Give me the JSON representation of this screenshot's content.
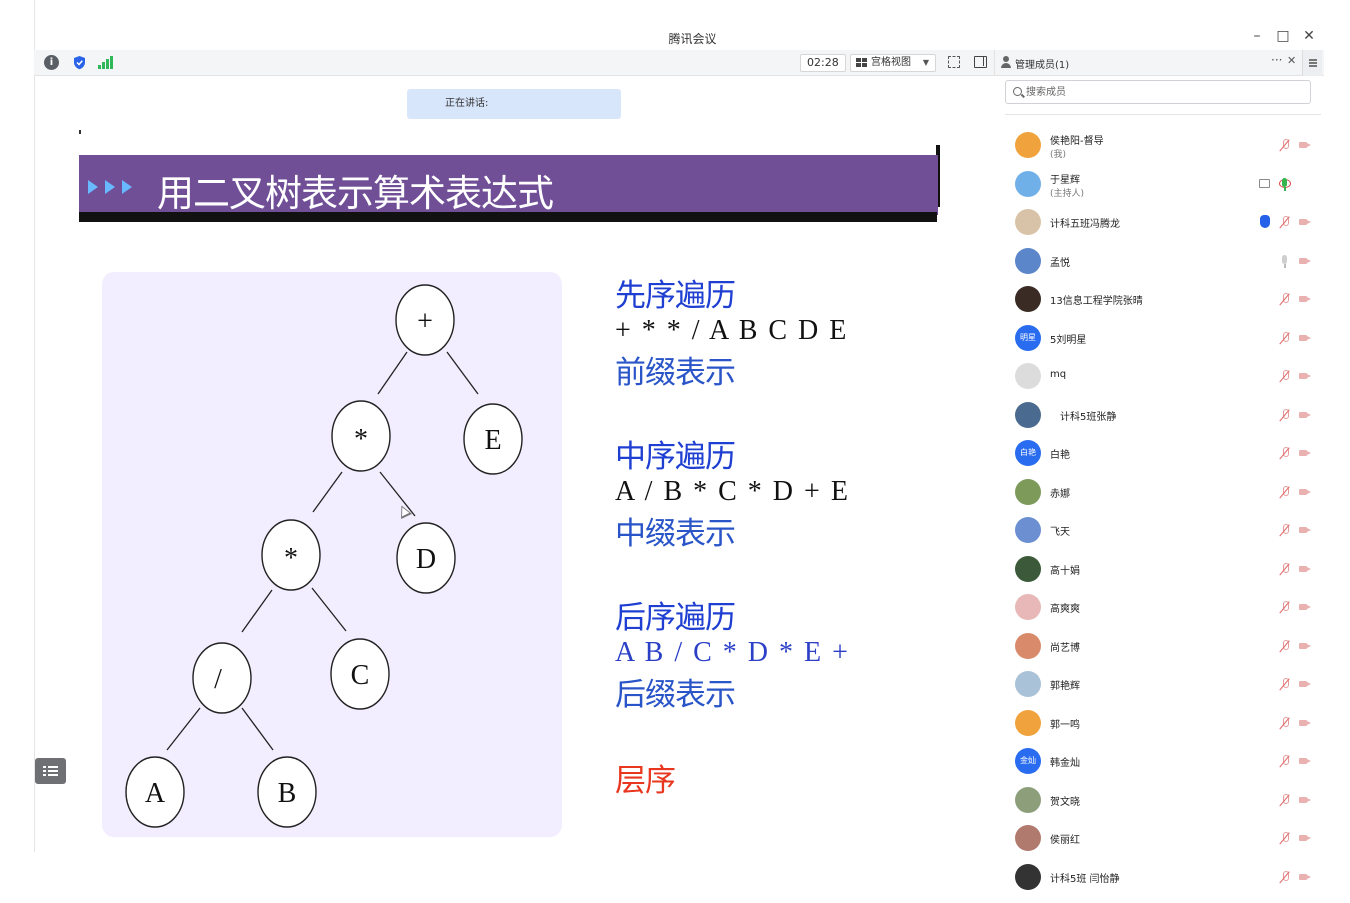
{
  "window": {
    "title": "腾讯会议",
    "minimize": "–",
    "maximize": "□",
    "close": "✕"
  },
  "toolbar": {
    "timer": "02:28",
    "view_label": "宫格视图",
    "view_caret": "▼",
    "info_glyph": "i",
    "signal_color": "#2fb75a",
    "shield_color": "#2a63e8"
  },
  "panel": {
    "title": "管理成员(1)",
    "more": "···",
    "close": "✕",
    "search_placeholder": "搜索成员"
  },
  "members": [
    {
      "name": "侯艳阳-督导",
      "role": "(我)",
      "status": [
        "mic-off",
        "cam-off"
      ],
      "avatar_color": "#f0a33c"
    },
    {
      "name": "于星辉",
      "role": "(主持人)",
      "status": [
        "screen",
        "record",
        "mic-on-green"
      ],
      "avatar_color": "#6fb0e8"
    },
    {
      "name": "计科五班冯腾龙",
      "role": "",
      "status": [
        "hand",
        "mic-off",
        "cam-off"
      ],
      "avatar_color": "#d9c3a8"
    },
    {
      "name": "孟悦",
      "role": "",
      "status": [
        "mic-on",
        "cam-off"
      ],
      "avatar_color": "#5b86c9"
    },
    {
      "name": "13信息工程学院张晴",
      "role": "",
      "status": [
        "mic-off",
        "cam-off"
      ],
      "avatar_color": "#3a2c25"
    },
    {
      "name": "5刘明星",
      "role": "",
      "status": [
        "mic-off",
        "cam-off"
      ],
      "avatar_color": "#2a6cf0",
      "avatar_text": "明星"
    },
    {
      "name": "mq",
      "role": "",
      "status": [
        "mic-off",
        "cam-off"
      ],
      "avatar_color": "#dcdcdc"
    },
    {
      "name": "计科5班张静",
      "role": "",
      "status": [
        "mic-off",
        "cam-off"
      ],
      "avatar_color": "#4a6a8f"
    },
    {
      "name": "白艳",
      "role": "",
      "status": [
        "mic-off",
        "cam-off"
      ],
      "avatar_color": "#2a6cf0",
      "avatar_text": "白艳"
    },
    {
      "name": "赤娜",
      "role": "",
      "status": [
        "mic-off",
        "cam-off"
      ],
      "avatar_color": "#7d9a5b"
    },
    {
      "name": "飞天",
      "role": "",
      "status": [
        "mic-off",
        "cam-off"
      ],
      "avatar_color": "#6b8fd0"
    },
    {
      "name": "高十娟",
      "role": "",
      "status": [
        "mic-off",
        "cam-off"
      ],
      "avatar_color": "#3c5a3a"
    },
    {
      "name": "高爽爽",
      "role": "",
      "status": [
        "mic-off",
        "cam-off"
      ],
      "avatar_color": "#e8b8b8"
    },
    {
      "name": "尚艺博",
      "role": "",
      "status": [
        "mic-off",
        "cam-off"
      ],
      "avatar_color": "#d98a6a"
    },
    {
      "name": "郭艳辉",
      "role": "",
      "status": [
        "mic-off",
        "cam-off"
      ],
      "avatar_color": "#a9c2d8"
    },
    {
      "name": "郭一鸣",
      "role": "",
      "status": [
        "mic-off",
        "cam-off"
      ],
      "avatar_color": "#f0a33c"
    },
    {
      "name": "韩金灿",
      "role": "",
      "status": [
        "mic-off",
        "cam-off"
      ],
      "avatar_color": "#2a6cf0",
      "avatar_text": "金灿"
    },
    {
      "name": "贺文晓",
      "role": "",
      "status": [
        "mic-off",
        "cam-off"
      ],
      "avatar_color": "#8c9f7a"
    },
    {
      "name": "侯丽红",
      "role": "",
      "status": [
        "mic-off",
        "cam-off"
      ],
      "avatar_color": "#b07a6e"
    },
    {
      "name": "计科5班 闫怡静",
      "role": "",
      "status": [
        "mic-off",
        "cam-off"
      ],
      "avatar_color": "#333333"
    }
  ],
  "speaking": {
    "label": "正在讲话:"
  },
  "slide": {
    "title": "用二叉树表示算术表达式",
    "banner_color": "#704f97",
    "tree_nodes": [
      "+",
      "*",
      "E",
      "*",
      "D",
      "/",
      "C",
      "A",
      "B"
    ],
    "preorder": {
      "heading": "先序遍历",
      "expr": "+ * * / A B C D E",
      "notation": "前缀表示"
    },
    "inorder": {
      "heading": "中序遍历",
      "expr": "A / B * C * D + E",
      "notation": "中缀表示"
    },
    "postorder": {
      "heading": "后序遍历",
      "expr": "A B / C * D * E +",
      "notation": "后缀表示"
    },
    "level": "层序",
    "heading_color": "#1f3fd2",
    "level_color": "#e8361f"
  }
}
